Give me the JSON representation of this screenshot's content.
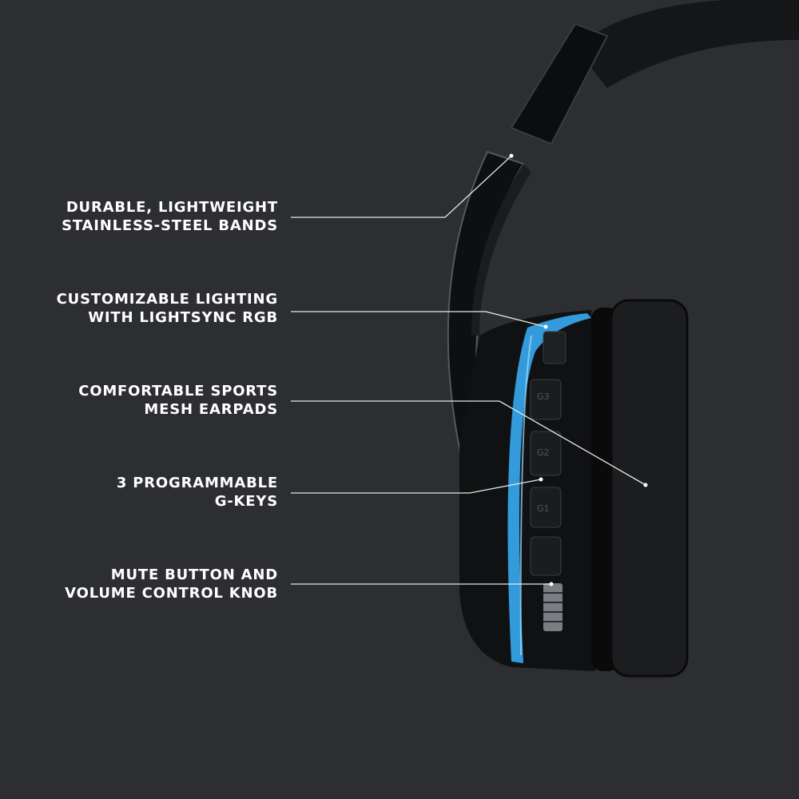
{
  "background_color": "#2d2e31",
  "accent_color": "#3ab4ff",
  "callouts": [
    {
      "line1": "DURABLE, LIGHTWEIGHT",
      "line2": "STAINLESS-STEEL BANDS"
    },
    {
      "line1": "CUSTOMIZABLE LIGHTING",
      "line2": "WITH LIGHTSYNC RGB"
    },
    {
      "line1": "COMFORTABLE SPORTS",
      "line2": "MESH EARPADS"
    },
    {
      "line1": "3 PROGRAMMABLE",
      "line2": "G-KEYS"
    },
    {
      "line1": "MUTE BUTTON AND",
      "line2": "VOLUME CONTROL KNOB"
    }
  ],
  "keys": {
    "g3": "G3",
    "g2": "G2",
    "g1": "G1"
  }
}
